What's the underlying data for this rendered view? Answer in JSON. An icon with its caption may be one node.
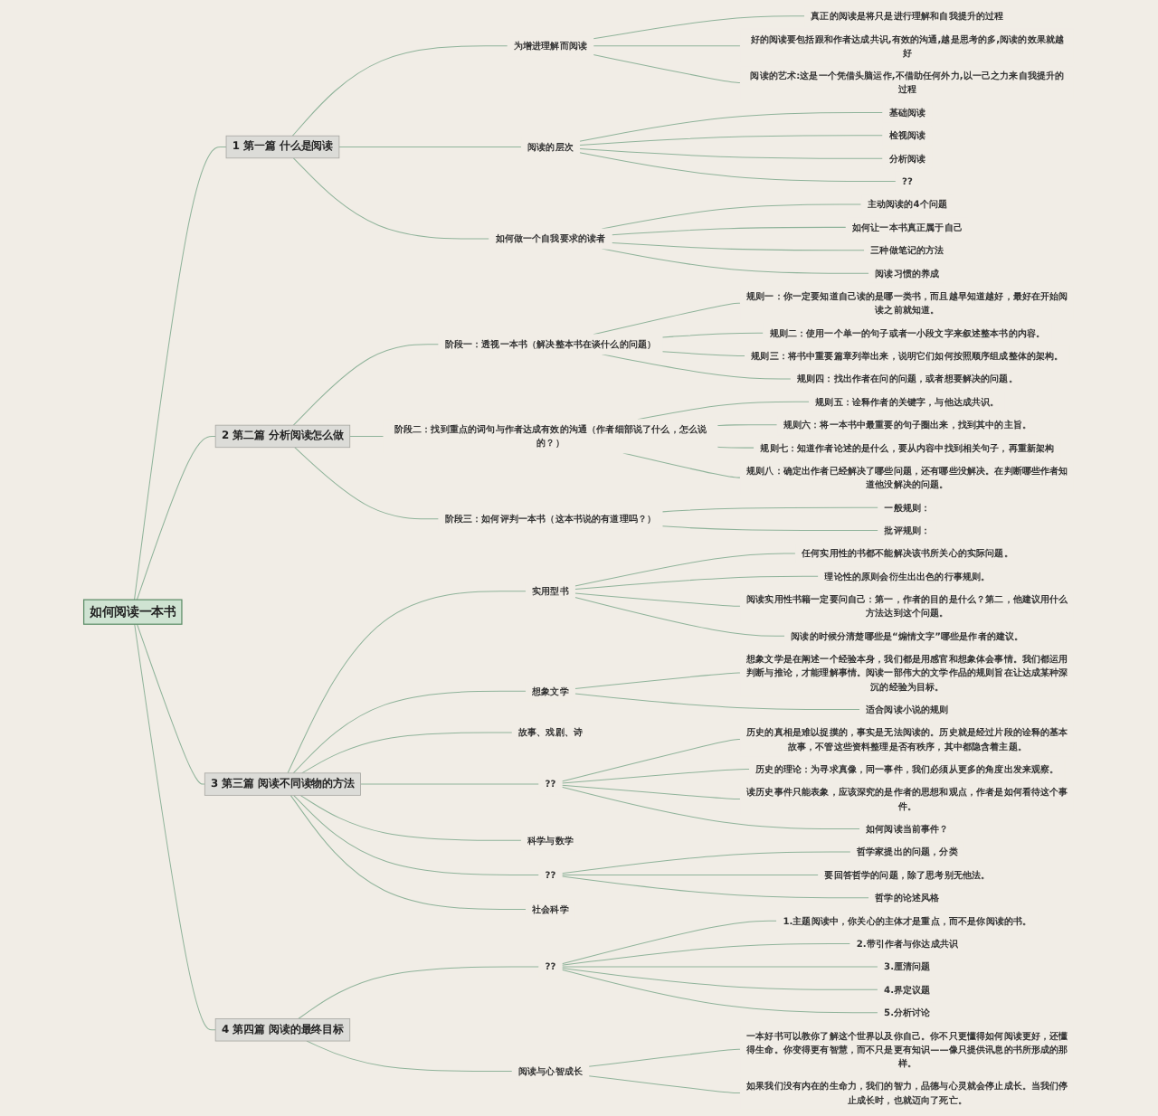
{
  "diagram": {
    "nodes": [
      {
        "text": [
          "如何阅读一本书"
        ]
      },
      {
        "text": [
          "1 第一篇 什么是阅读"
        ]
      },
      {
        "text": [
          "为增进理解而阅读"
        ]
      },
      {
        "text": [
          "真正的阅读是将只是进行理解和自我提升的过程"
        ]
      },
      {
        "text": [
          "好的阅读要包括跟和作者达成共识,有效的沟通,越是思考的多,阅读的效果就越好"
        ]
      },
      {
        "text": [
          "阅读的艺术:这是一个凭借头脑运作,不借助任何外力,以一己之力来自我提升的过程"
        ]
      },
      {
        "text": [
          "阅读的层次"
        ]
      },
      {
        "text": [
          "基础阅读"
        ]
      },
      {
        "text": [
          "检视阅读"
        ]
      },
      {
        "text": [
          "分析阅读"
        ]
      },
      {
        "text": [
          "??"
        ]
      },
      {
        "text": [
          "如何做一个自我要求的读者"
        ]
      },
      {
        "text": [
          "主动阅读的4个问题"
        ]
      },
      {
        "text": [
          "如何让一本书真正属于自己"
        ]
      },
      {
        "text": [
          "三种做笔记的方法"
        ]
      },
      {
        "text": [
          "阅读习惯的养成"
        ]
      },
      {
        "text": [
          "2 第二篇 分析阅读怎么做"
        ]
      },
      {
        "text": [
          "阶段一：透视一本书（解决整本书在谈什么的问题）"
        ]
      },
      {
        "text": [
          "规则一：你一定要知道自己读的是哪一类书，而且越早知道越好，最好在开始阅读之前就知道。"
        ]
      },
      {
        "text": [
          "规则二：使用一个单一的句子或者一小段文字来叙述整本书的内容。"
        ]
      },
      {
        "text": [
          "规则三：将书中重要篇章列举出来，说明它们如何按照顺序组成整体的架构。"
        ]
      },
      {
        "text": [
          "规则四：找出作者在问的问题，或者想要解决的问题。"
        ]
      },
      {
        "text": [
          "阶段二：找到重点的词句与作者达成有效的沟通（作者细部说了什么，怎么说的？）"
        ]
      },
      {
        "text": [
          "规则五：诠释作者的关键字，与他达成共识。"
        ]
      },
      {
        "text": [
          "规则六：将一本书中最重要的句子圈出来，找到其中的主旨。"
        ]
      },
      {
        "text": [
          "规则七：知道作者论述的是什么，要从内容中找到相关句子，再重新架构"
        ]
      },
      {
        "text": [
          "规则八：确定出作者已经解决了哪些问题，还有哪些没解决。在判断哪些作者知道他没解决的问题。"
        ]
      },
      {
        "text": [
          "阶段三：如何评判一本书（这本书说的有道理吗？）"
        ]
      },
      {
        "text": [
          "一般规则："
        ]
      },
      {
        "text": [
          "批评规则："
        ]
      },
      {
        "text": [
          "3 第三篇 阅读不同读物的方法"
        ]
      },
      {
        "text": [
          "实用型书"
        ]
      },
      {
        "text": [
          "任何实用性的书都不能解决该书所关心的实际问题。"
        ]
      },
      {
        "text": [
          "理论性的原则会衍生出出色的行事规则。"
        ]
      },
      {
        "text": [
          "阅读实用性书籍一定要问自己：第一，作者的目的是什么？第二，他建议用什么方法达到这个问题。"
        ]
      },
      {
        "text": [
          "阅读的时候分清楚哪些是“煽情文字”哪些是作者的建议。"
        ]
      },
      {
        "text": [
          "想象文学"
        ]
      },
      {
        "text": [
          "想象文学是在阐述一个经验本身，我们都是用感官和想象体会事情。我们都运用判断与推论，才能理解事情。阅读一部伟大的文学作品的规则旨在让达成某种深沉的经验为目标。"
        ]
      },
      {
        "text": [
          "适合阅读小说的规则"
        ]
      },
      {
        "text": [
          "故事、戏剧、诗"
        ]
      },
      {
        "text": [
          "??"
        ]
      },
      {
        "text": [
          "历史的真相是难以捉摸的，事实是无法阅读的。历史就是经过片段的诠释的基本故事，不管这些资料整理是否有秩序，其中都隐含着主题。"
        ]
      },
      {
        "text": [
          "历史的理论：为寻求真像，同一事件，我们必须从更多的角度出发来观察。"
        ]
      },
      {
        "text": [
          "读历史事件只能表象，应该深究的是作者的思想和观点，作者是如何看待这个事件。"
        ]
      },
      {
        "text": [
          "如何阅读当前事件？"
        ]
      },
      {
        "text": [
          "科学与数学"
        ]
      },
      {
        "text": [
          "??"
        ]
      },
      {
        "text": [
          "哲学家提出的问题，分类"
        ]
      },
      {
        "text": [
          "要回答哲学的问题，除了思考别无他法。"
        ]
      },
      {
        "text": [
          "哲学的论述风格"
        ]
      },
      {
        "text": [
          "社会科学"
        ]
      },
      {
        "text": [
          "4 第四篇 阅读的最终目标"
        ]
      },
      {
        "text": [
          "??"
        ]
      },
      {
        "text": [
          "1.主题阅读中，你关心的主体才是重点，而不是你阅读的书。"
        ]
      },
      {
        "text": [
          "2.带引作者与你达成共识"
        ]
      },
      {
        "text": [
          "3.厘清问题"
        ]
      },
      {
        "text": [
          "4.界定议题"
        ]
      },
      {
        "text": [
          "5.分析讨论"
        ]
      },
      {
        "text": [
          "阅读与心智成长"
        ]
      },
      {
        "text": [
          "一本好书可以教你了解这个世界以及你自己。你不只更懂得如何阅读更好，还懂得生命。你变得更有智慧，而不只是更有知识——像只提供讯息的书所形成的那样。"
        ]
      },
      {
        "text": [
          "如果我们没有内在的生命力，我们的智力，品德与心灵就会停止成长。当我们停止成长时，也就迈向了死亡。"
        ]
      }
    ],
    "edges": [
      {
        "from": 0,
        "to": 1,
        "arrow": "none"
      },
      {
        "from": 1,
        "to": 2,
        "arrow": "none"
      },
      {
        "from": 2,
        "to": 3,
        "arrow": "none"
      },
      {
        "from": 2,
        "to": 4,
        "arrow": "none"
      },
      {
        "from": 2,
        "to": 5,
        "arrow": "none"
      },
      {
        "from": 1,
        "to": 6,
        "arrow": "none"
      },
      {
        "from": 6,
        "to": 7,
        "arrow": "none"
      },
      {
        "from": 6,
        "to": 8,
        "arrow": "none"
      },
      {
        "from": 6,
        "to": 9,
        "arrow": "none"
      },
      {
        "from": 6,
        "to": 10,
        "arrow": "none"
      },
      {
        "from": 1,
        "to": 11,
        "arrow": "none"
      },
      {
        "from": 11,
        "to": 12,
        "arrow": "none"
      },
      {
        "from": 11,
        "to": 13,
        "arrow": "none"
      },
      {
        "from": 11,
        "to": 14,
        "arrow": "none"
      },
      {
        "from": 11,
        "to": 15,
        "arrow": "none"
      },
      {
        "from": 0,
        "to": 16,
        "arrow": "none"
      },
      {
        "from": 16,
        "to": 17,
        "arrow": "none"
      },
      {
        "from": 17,
        "to": 18,
        "arrow": "none"
      },
      {
        "from": 17,
        "to": 19,
        "arrow": "none"
      },
      {
        "from": 17,
        "to": 20,
        "arrow": "none"
      },
      {
        "from": 17,
        "to": 21,
        "arrow": "none"
      },
      {
        "from": 16,
        "to": 22,
        "arrow": "none"
      },
      {
        "from": 22,
        "to": 23,
        "arrow": "none"
      },
      {
        "from": 22,
        "to": 24,
        "arrow": "none"
      },
      {
        "from": 22,
        "to": 25,
        "arrow": "none"
      },
      {
        "from": 22,
        "to": 26,
        "arrow": "none"
      },
      {
        "from": 16,
        "to": 27,
        "arrow": "none"
      },
      {
        "from": 27,
        "to": 28,
        "arrow": "none"
      },
      {
        "from": 27,
        "to": 29,
        "arrow": "none"
      },
      {
        "from": 0,
        "to": 30,
        "arrow": "none"
      },
      {
        "from": 30,
        "to": 31,
        "arrow": "none"
      },
      {
        "from": 31,
        "to": 32,
        "arrow": "none"
      },
      {
        "from": 31,
        "to": 33,
        "arrow": "none"
      },
      {
        "from": 31,
        "to": 34,
        "arrow": "none"
      },
      {
        "from": 31,
        "to": 35,
        "arrow": "none"
      },
      {
        "from": 30,
        "to": 36,
        "arrow": "none"
      },
      {
        "from": 36,
        "to": 37,
        "arrow": "none"
      },
      {
        "from": 36,
        "to": 38,
        "arrow": "none"
      },
      {
        "from": 30,
        "to": 39,
        "arrow": "none"
      },
      {
        "from": 30,
        "to": 40,
        "arrow": "none"
      },
      {
        "from": 40,
        "to": 41,
        "arrow": "none"
      },
      {
        "from": 40,
        "to": 42,
        "arrow": "none"
      },
      {
        "from": 40,
        "to": 43,
        "arrow": "none"
      },
      {
        "from": 40,
        "to": 44,
        "arrow": "none"
      },
      {
        "from": 30,
        "to": 45,
        "arrow": "none"
      },
      {
        "from": 30,
        "to": 46,
        "arrow": "none"
      },
      {
        "from": 46,
        "to": 47,
        "arrow": "none"
      },
      {
        "from": 46,
        "to": 48,
        "arrow": "none"
      },
      {
        "from": 46,
        "to": 49,
        "arrow": "none"
      },
      {
        "from": 30,
        "to": 50,
        "arrow": "none"
      },
      {
        "from": 0,
        "to": 51,
        "arrow": "none"
      },
      {
        "from": 51,
        "to": 52,
        "arrow": "none"
      },
      {
        "from": 52,
        "to": 53,
        "arrow": "none"
      },
      {
        "from": 52,
        "to": 54,
        "arrow": "none"
      },
      {
        "from": 52,
        "to": 55,
        "arrow": "none"
      },
      {
        "from": 52,
        "to": 56,
        "arrow": "none"
      },
      {
        "from": 52,
        "to": 57,
        "arrow": "none"
      },
      {
        "from": 51,
        "to": 58,
        "arrow": "none"
      },
      {
        "from": 58,
        "to": 59,
        "arrow": "none"
      },
      {
        "from": 58,
        "to": 60,
        "arrow": "none"
      }
    ]
  }
}
